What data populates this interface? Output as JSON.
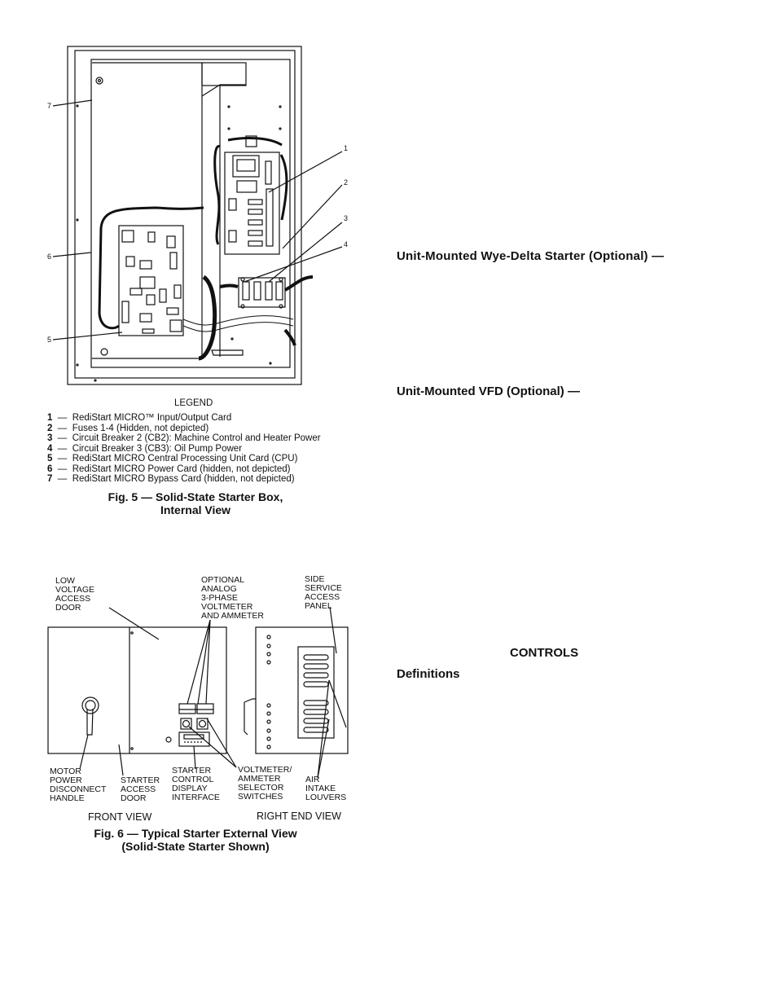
{
  "fig5": {
    "callouts": [
      "1",
      "2",
      "3",
      "4",
      "5",
      "6",
      "7"
    ],
    "legend_title": "LEGEND",
    "legend": [
      {
        "num": "1",
        "text": "RediStart MICRO™ Input/Output Card"
      },
      {
        "num": "2",
        "text": "Fuses 1-4 (Hidden, not depicted)"
      },
      {
        "num": "3",
        "text": "Circuit Breaker 2 (CB2): Machine Control and Heater Power"
      },
      {
        "num": "4",
        "text": "Circuit Breaker 3 (CB3): Oil Pump Power"
      },
      {
        "num": "5",
        "text": "RediStart MICRO Central Processing Unit Card (CPU)"
      },
      {
        "num": "6",
        "text": "RediStart MICRO Power Card (hidden, not depicted)"
      },
      {
        "num": "7",
        "text": "RediStart MICRO Bypass Card (hidden, not depicted)"
      }
    ],
    "dash": "—",
    "caption_line1": "Fig. 5 — Solid-State Starter Box,",
    "caption_line2": "Internal View"
  },
  "fig6": {
    "labels": {
      "low_voltage": [
        "LOW",
        "VOLTAGE",
        "ACCESS",
        "DOOR"
      ],
      "analog_meters": [
        "OPTIONAL",
        "ANALOG",
        "3-PHASE",
        "VOLTMETER",
        "AND AMMETER"
      ],
      "side_panel": [
        "SIDE",
        "SERVICE",
        "ACCESS",
        "PANEL"
      ],
      "motor_handle": [
        "MOTOR",
        "POWER",
        "DISCONNECT",
        "HANDLE"
      ],
      "starter_door": [
        "STARTER",
        "ACCESS",
        "DOOR"
      ],
      "control_display": [
        "STARTER",
        "CONTROL",
        "DISPLAY",
        "INTERFACE"
      ],
      "selector_switches": [
        "VOLTMETER/",
        "AMMETER",
        "SELECTOR",
        "SWITCHES"
      ],
      "louvers": [
        "AIR",
        "INTAKE",
        "LOUVERS"
      ]
    },
    "front_view": "FRONT VIEW",
    "right_end_view": "RIGHT END VIEW",
    "caption_line1": "Fig. 6 — Typical Starter External View",
    "caption_line2": "(Solid-State Starter Shown)"
  },
  "right_column": {
    "wye_delta_heading": "Unit-Mounted Wye-Delta Starter (Optional) —",
    "vfd_heading": "Unit-Mounted VFD (Optional) —",
    "controls_heading": "CONTROLS",
    "definitions_heading": "Definitions"
  }
}
